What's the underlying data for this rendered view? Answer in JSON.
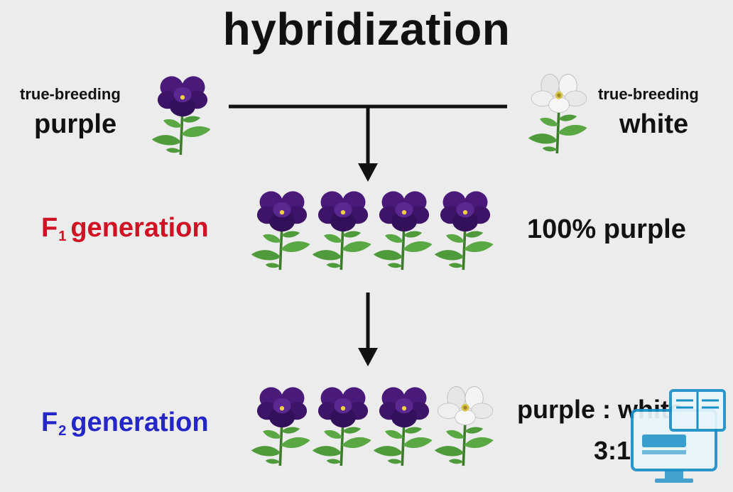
{
  "title": "hybridization",
  "parents": {
    "left": {
      "small": "true-breeding",
      "big": "purple"
    },
    "right": {
      "small": "true-breeding",
      "big": "white"
    }
  },
  "f1": {
    "label_main": "F",
    "label_sub": "1",
    "label_rest": "generation",
    "result": "100% purple",
    "flowers": [
      "purple",
      "purple",
      "purple",
      "purple"
    ]
  },
  "f2": {
    "label_main": "F",
    "label_sub": "2",
    "label_rest": "generation",
    "ratio_line1": "purple : white",
    "ratio_line2": "3:1",
    "flowers": [
      "purple",
      "purple",
      "purple",
      "white"
    ]
  },
  "colors": {
    "f1_label": "#d01224",
    "f2_label": "#2426c8",
    "purple_petal": "#4a1a7a",
    "white_petal": "#f2f2f2",
    "leaf": "#4f9a3a"
  }
}
